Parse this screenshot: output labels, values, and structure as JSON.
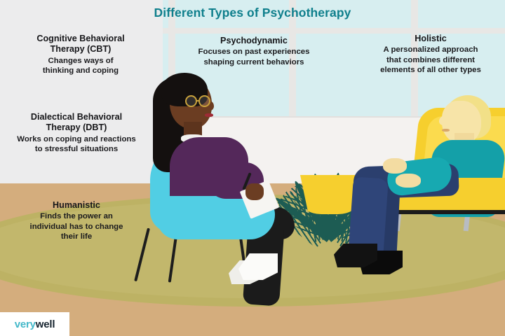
{
  "title": "Different Types of Psychotherapy",
  "blocks": [
    {
      "id": "cbt",
      "heading": "Cognitive Behavioral\nTherapy (CBT)",
      "description": "Changes ways of\nthinking and coping"
    },
    {
      "id": "dbt",
      "heading": "Dialectical Behavioral\nTherapy (DBT)",
      "description": "Works on coping and reactions\nto stressful situations"
    },
    {
      "id": "humanistic",
      "heading": "Humanistic",
      "description": "Finds the power an\nindividual has to change\ntheir life"
    },
    {
      "id": "psychodynamic",
      "heading": "Psychodynamic",
      "description": "Focuses on past experiences\nshaping current behaviors"
    },
    {
      "id": "holistic",
      "heading": "Holistic",
      "description": "A personalized approach\nthat combines different\nelements of all other types"
    }
  ],
  "logo": {
    "part1": "very",
    "part2": "well"
  },
  "scene": {
    "description": "Illustration of a therapy session: a therapist taking notes on a notepad sits in a turquoise chair facing a client seated on a yellow sofa, with a potted palm between them in front of a window.",
    "therapist_label": "therapist-figure",
    "client_label": "client-figure",
    "plant_label": "potted-palm-plant"
  },
  "colors": {
    "title_teal": "#0f7f8c",
    "wall_gray": "#ececed",
    "window_teal": "#d7eef0",
    "lower_wall": "#f4f2f0",
    "floor_tan": "#d4ad7d",
    "rug_olive": "#c2b76c",
    "chair_turquoise": "#51cee4",
    "sofa_yellow": "#f6cf2e",
    "therapist_top_purple": "#54285a",
    "client_sweater_teal": "#14a0a8",
    "client_jeans_navy": "#2f4579",
    "plant_green": "#1d5c53",
    "logo_very_teal": "#44b8c9",
    "logo_well_navy": "#15232e"
  }
}
